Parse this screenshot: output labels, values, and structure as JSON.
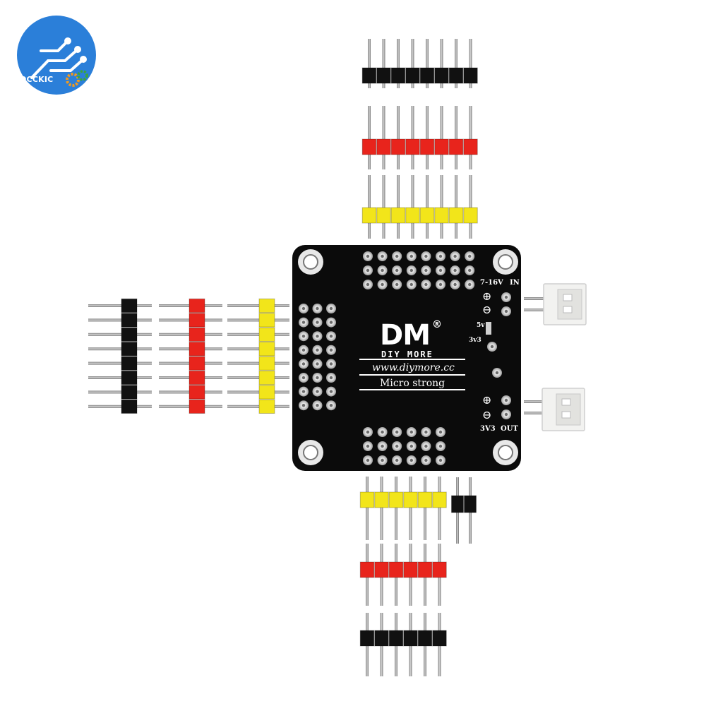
{
  "brand": {
    "watermark_text": "OCCKIC",
    "board_logo": "DM",
    "board_logo_mark": "®",
    "board_brand": "DIY MORE",
    "board_url": "www.diymore.cc",
    "board_slogan": "Micro strong"
  },
  "board_labels": {
    "input_range": "7-16V",
    "input_label": "IN",
    "output_label": "3V3",
    "output_suffix": "OUT",
    "jumper_5v": "5v",
    "jumper_3v3": "3v3",
    "plus_symbol": "⊕",
    "minus_symbol": "⊖"
  },
  "colors": {
    "pcb": "#0b0b0b",
    "pin_metal": "#9a9a9a",
    "header_black": "#111111",
    "header_red": "#e8241c",
    "header_yellow": "#f2e51a",
    "connector_white": "#f2f2f0",
    "logo_blue": "#2b7fd9"
  }
}
